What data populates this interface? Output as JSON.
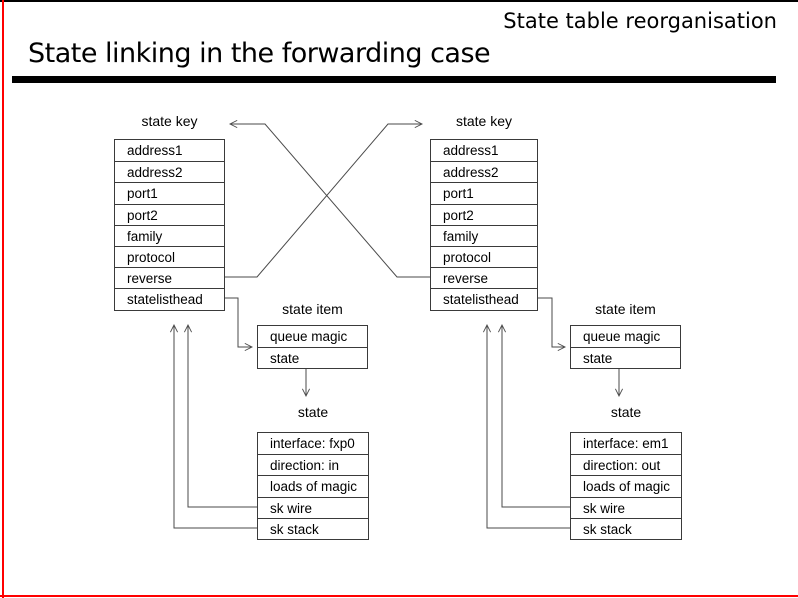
{
  "page": {
    "corner_title": "State table reorganisation",
    "title": "State linking in the forwarding case",
    "colors": {
      "accent_red": "#ff0000",
      "ink": "#000000",
      "line": "#4a4a4a"
    }
  },
  "diagram": {
    "left": {
      "state_key": {
        "label": "state key",
        "rows": [
          "address1",
          "address2",
          "port1",
          "port2",
          "family",
          "protocol",
          "reverse",
          "statelisthead"
        ]
      },
      "state_item": {
        "label": "state item",
        "rows": [
          "queue magic",
          "state"
        ]
      },
      "state": {
        "label": "state",
        "rows": [
          "interface: fxp0",
          "direction: in",
          "loads of magic",
          "sk wire",
          "sk stack"
        ]
      }
    },
    "right": {
      "state_key": {
        "label": "state key",
        "rows": [
          "address1",
          "address2",
          "port1",
          "port2",
          "family",
          "protocol",
          "reverse",
          "statelisthead"
        ]
      },
      "state_item": {
        "label": "state item",
        "rows": [
          "queue magic",
          "state"
        ]
      },
      "state": {
        "label": "state",
        "rows": [
          "interface: em1",
          "direction: out",
          "loads of magic",
          "sk wire",
          "sk stack"
        ]
      }
    }
  }
}
